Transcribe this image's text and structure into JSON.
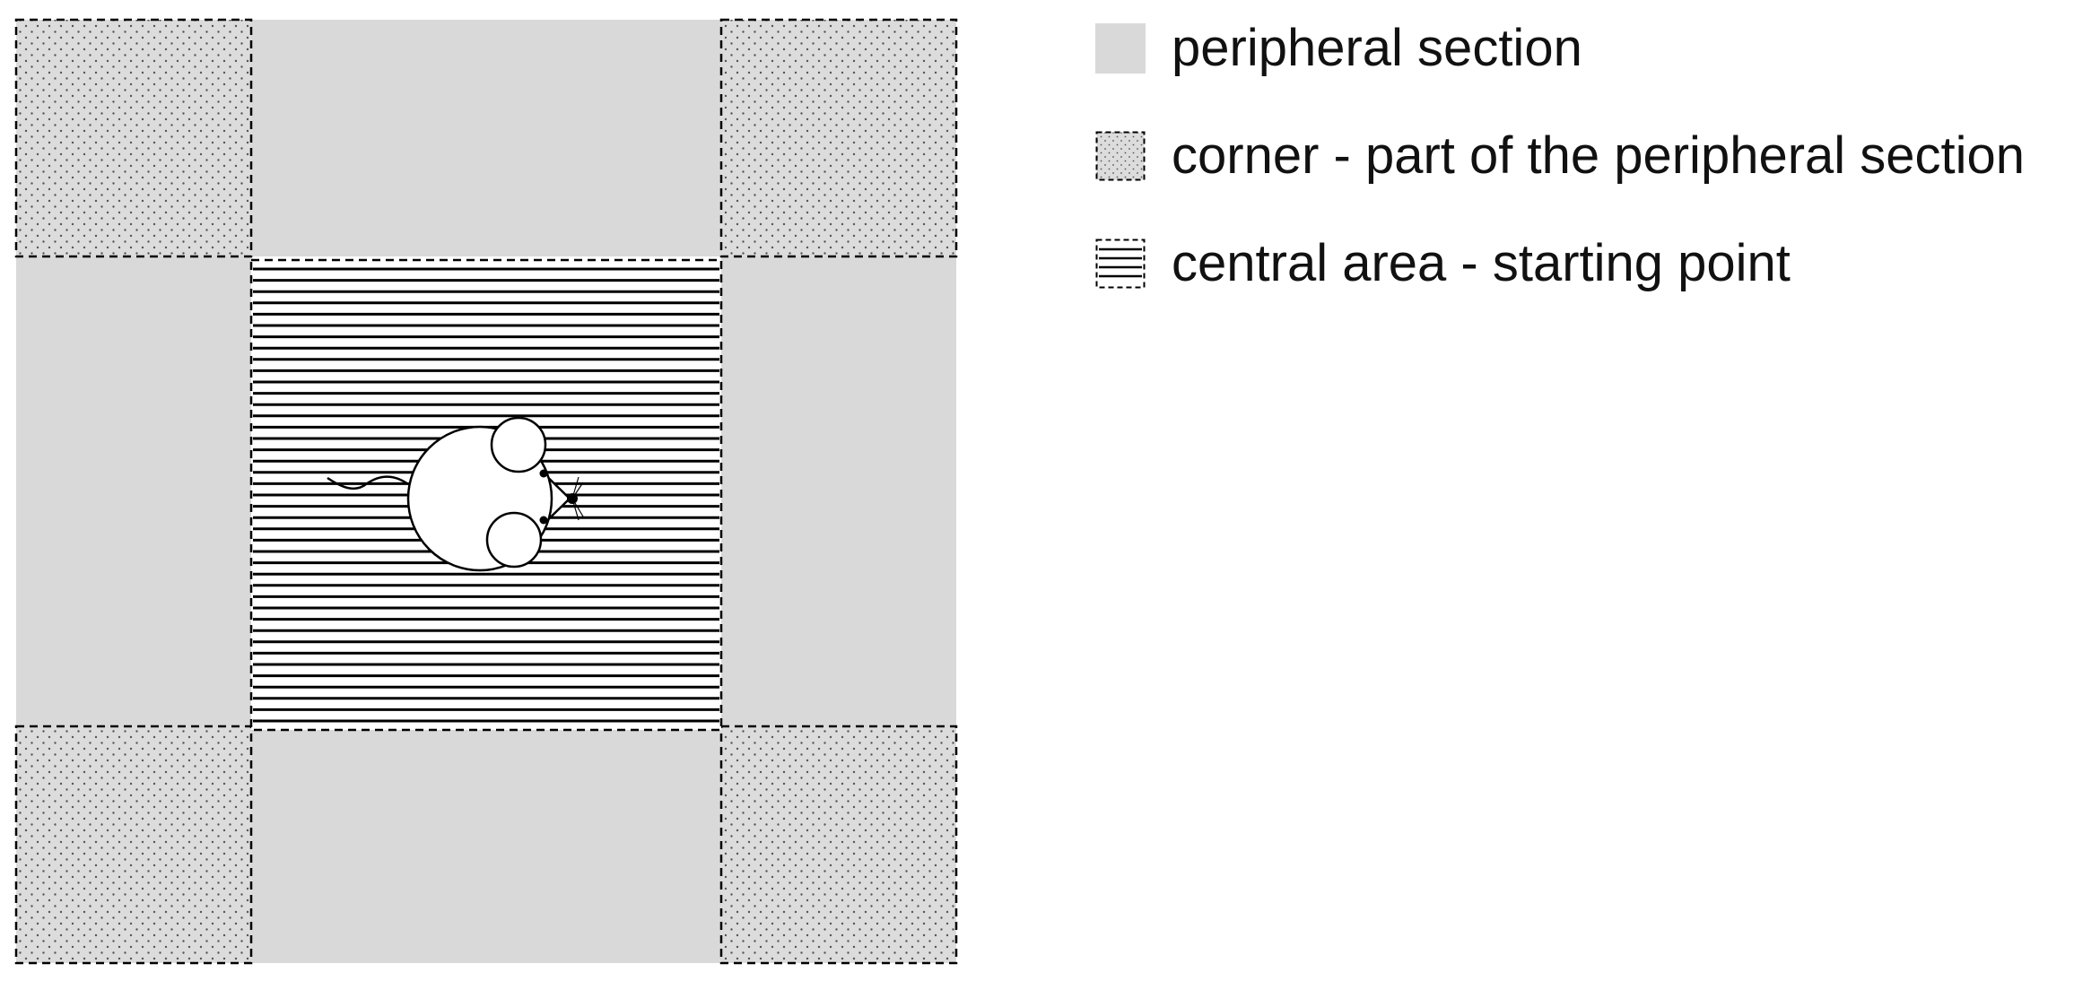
{
  "colors": {
    "peripheral_fill": "#d9d9d9",
    "corner_fill": "#dcdcdc",
    "corner_dots": "#555555",
    "central_fill": "#ffffff",
    "central_lines": "#000000",
    "dashed_border": "#000000",
    "mouse_fill": "#ffffff",
    "mouse_outline": "#000000"
  },
  "legend": {
    "peripheral": {
      "label": "peripheral section",
      "swatch": "solid-gray-square"
    },
    "corner": {
      "label": "corner - part of the peripheral section",
      "swatch": "dotted-gray-dashed-square"
    },
    "central": {
      "label": "central area - starting point",
      "swatch": "striped-dashed-square"
    }
  },
  "arena": {
    "grid": "3x3",
    "zones": [
      {
        "name": "corner-top-left",
        "type": "corner"
      },
      {
        "name": "peripheral-top",
        "type": "peripheral"
      },
      {
        "name": "corner-top-right",
        "type": "corner"
      },
      {
        "name": "peripheral-left",
        "type": "peripheral"
      },
      {
        "name": "central-area",
        "type": "central"
      },
      {
        "name": "peripheral-right",
        "type": "peripheral"
      },
      {
        "name": "corner-bottom-left",
        "type": "corner"
      },
      {
        "name": "peripheral-bottom",
        "type": "peripheral"
      },
      {
        "name": "corner-bottom-right",
        "type": "corner"
      }
    ],
    "subject_icon": "mouse-icon"
  }
}
